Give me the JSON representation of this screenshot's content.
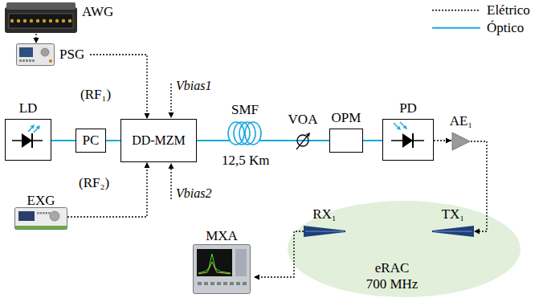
{
  "diagram": {
    "nodes": [
      {
        "text": [
          "AWG"
        ]
      },
      {
        "text": [
          "PSG"
        ]
      },
      {
        "text": [
          "LD"
        ]
      },
      {
        "text": [
          "PC"
        ]
      },
      {
        "text": [
          "DD-MZM"
        ]
      },
      {
        "text": [
          "SMF"
        ]
      },
      {
        "text": [
          "VOA"
        ]
      },
      {
        "text": [
          "OPM"
        ]
      },
      {
        "text": [
          "PD"
        ]
      },
      {
        "text": [
          "AE₁"
        ]
      },
      {
        "text": [
          "EXG"
        ]
      },
      {
        "text": [
          "eRAC 700 MHz"
        ]
      },
      {
        "text": [
          "RX₁"
        ],
        "in": 11
      },
      {
        "text": [
          "TX₁"
        ],
        "in": 11
      },
      {
        "text": [
          "MXA"
        ]
      }
    ],
    "edges": [
      {
        "from": 0,
        "to": 1,
        "arrow": "to"
      },
      {
        "from": 1,
        "to": 4,
        "arrow": "to"
      },
      {
        "from": 2,
        "to": 3,
        "arrow": "none"
      },
      {
        "from": 3,
        "to": 4,
        "arrow": "none"
      },
      {
        "from": 4,
        "to": 5,
        "arrow": "none"
      },
      {
        "from": 5,
        "to": 6,
        "arrow": "none"
      },
      {
        "from": 6,
        "to": 7,
        "arrow": "none"
      },
      {
        "from": 7,
        "to": 8,
        "arrow": "none"
      },
      {
        "from": 8,
        "to": 9,
        "arrow": "to"
      },
      {
        "from": 9,
        "to": 13,
        "arrow": "to"
      },
      {
        "from": 10,
        "to": 4,
        "arrow": "to"
      },
      {
        "from": 12,
        "to": 14,
        "arrow": "to"
      }
    ],
    "labels": [
      "(RF₁)",
      "Vbias1",
      "(RF₂)",
      "Vbias2",
      "12,5 Km"
    ],
    "legend": [
      {
        "text": "Elétrico"
      },
      {
        "text": "Óptico"
      }
    ]
  }
}
